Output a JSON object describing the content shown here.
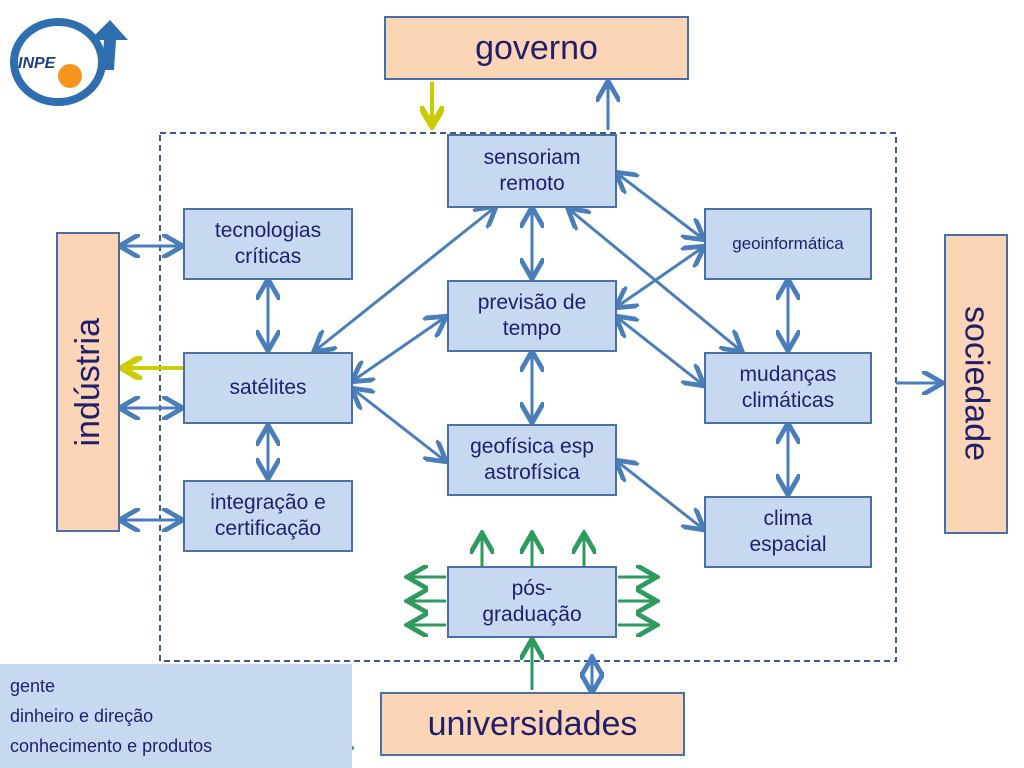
{
  "nodes": {
    "governo": "governo",
    "universidades": "universidades",
    "industria": "indústria",
    "sociedade": "sociedade",
    "sensoriamento": "sensoriam\nremoto",
    "tecnologias": "tecnologias\ncríticas",
    "geoinformatica": "geoinformática",
    "previsao": "previsão de\ntempo",
    "satelites": "satélites",
    "mudancas": "mudanças\nclimáticas",
    "geofisica": "geofísica esp\nastrofísica",
    "integracao": "integração e\ncertificação",
    "clima": "clima\nespacial",
    "posgraduacao": "pós-\ngraduação"
  },
  "legend": {
    "gente": "gente",
    "dinheiro": "dinheiro e direção",
    "conhecimento": "conhecimento e produtos"
  },
  "logo": {
    "text": "INPE"
  },
  "colors": {
    "box_fill": "#c6d9f1",
    "outer_fill": "#fbd5b5",
    "border": "#4a6fa5",
    "text": "#1f1f6b",
    "gente_arrow": "#2e9b5e",
    "dinheiro_arrow": "#c8cc00",
    "conhecimento_arrow": "#4a7ebb"
  }
}
